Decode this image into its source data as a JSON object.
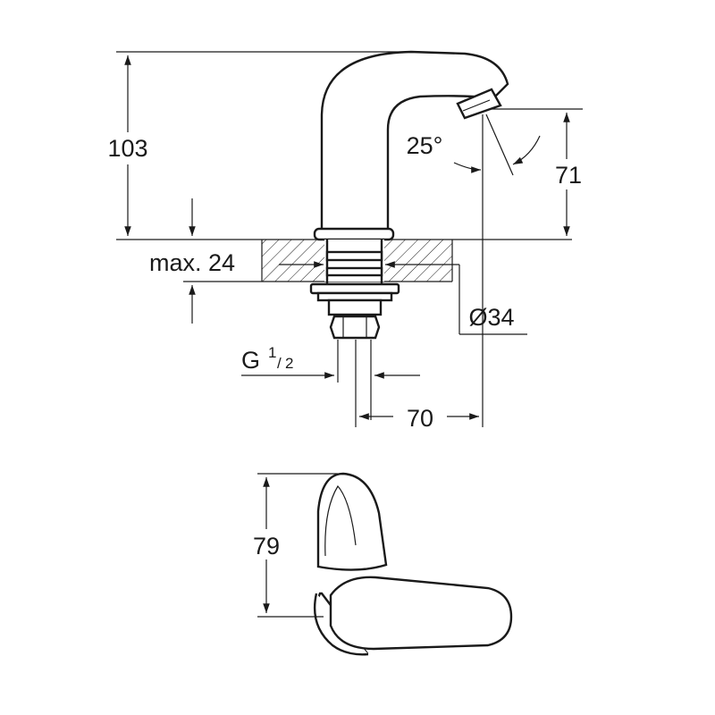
{
  "dimensions": {
    "height_total": "103",
    "height_spout": "71",
    "spray_angle": "25°",
    "mounting_thickness": "max. 24",
    "thread_main": "G",
    "thread_fraction_num": "1",
    "thread_fraction_den": "2",
    "hole_diameter": "Ø34",
    "projection": "70",
    "top_view_depth": "79"
  },
  "colors": {
    "line": "#1a1a1a",
    "background": "#ffffff"
  }
}
